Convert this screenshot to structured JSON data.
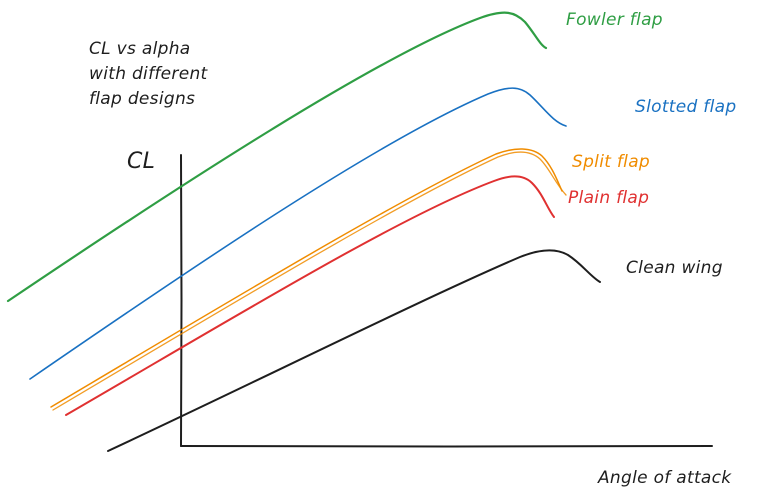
{
  "title": {
    "line1": "CL vs alpha",
    "line2": "with different",
    "line3": "flap designs"
  },
  "axes": {
    "y_label": "CL",
    "x_label": "Angle of attack"
  },
  "colors": {
    "axis": "#1e1e1e",
    "fowler": "#2f9e44",
    "slotted": "#1971c2",
    "split": "#f08c00",
    "plain": "#e03131",
    "clean": "#1e1e1e"
  },
  "curves": {
    "fowler": "Fowler flap",
    "slotted": "Slotted flap",
    "split": "Split flap",
    "plain": "Plain flap",
    "clean": "Clean wing"
  }
}
